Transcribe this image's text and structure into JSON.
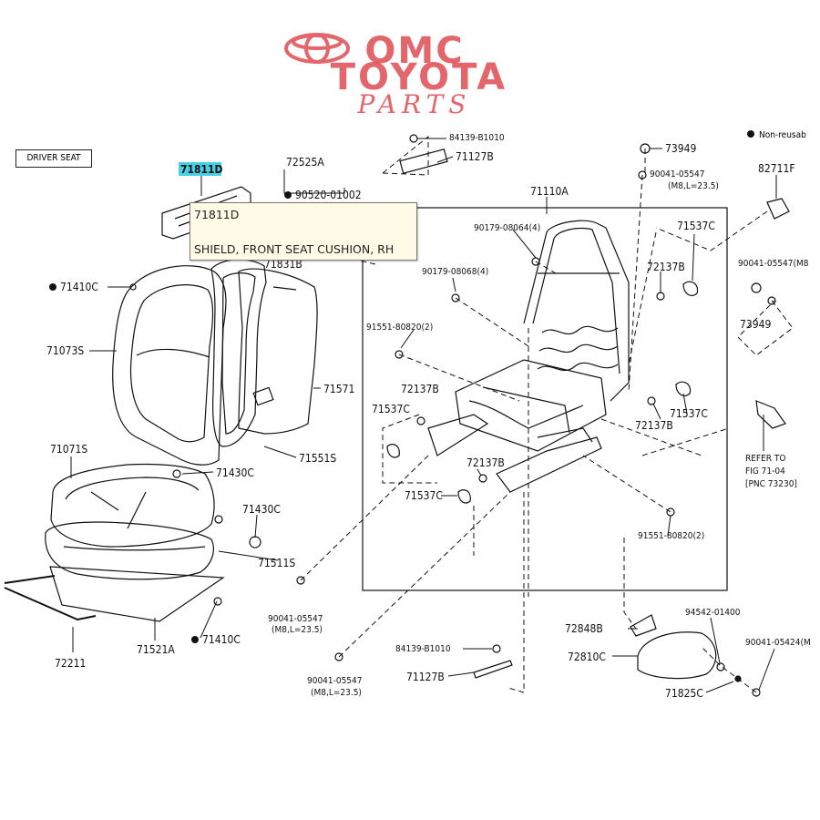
{
  "logo": {
    "line1": "OMC",
    "line2": "TOYOTA",
    "line3": "PARTS",
    "color": "#d9333b"
  },
  "legend": {
    "text": "Non-reusab"
  },
  "driver_seat_label": "DRIVER SEAT",
  "highlight_color": "#48d1e6",
  "tooltip": {
    "part_number": "71811D",
    "description": "SHIELD, FRONT SEAT CUSHION, RH"
  },
  "labels": {
    "p71811D": "71811D",
    "p72525A": "72525A",
    "p90520_01002": "90520-01002",
    "p71831B": "71831B",
    "p71410C_a": "71410C",
    "p71073S": "71073S",
    "p71571": "71571",
    "p71551S": "71551S",
    "p71071S": "71071S",
    "p71430C_a": "71430C",
    "p71430C_b": "71430C",
    "p71511S": "71511S",
    "p72211": "72211",
    "p71521A": "71521A",
    "p71410C_b": "71410C",
    "p90041_05547_a": "90041-05547",
    "p90041_05547_a_sub": "(M8,L=23.5)",
    "p90041_05547_b": "90041-05547",
    "p90041_05547_b_sub": "(M8,L=23.5)",
    "p84139_B1010_a": "84139-B1010",
    "p71127B_a": "71127B",
    "p71110A": "71110A",
    "p90179_08064": "90179-08064(4)",
    "p90179_08068": "90179-08068(4)",
    "p91551_80820_a": "91551-80820(2)",
    "p72137B_a": "72137B",
    "p71537C_a": "71537C",
    "p72137B_b": "72137B",
    "p71537C_b": "71537C",
    "p72137B_c": "72137B",
    "p71537C_c": "71537C",
    "p72137B_d": "72137B",
    "p71537C_d": "71537C",
    "p91551_80820_b": "91551-80820(2)",
    "p73949_a": "73949",
    "p90041_05547_c": "90041-05547",
    "p90041_05547_c_sub": "(M8,L=23.5)",
    "p82711F": "82711F",
    "p90041_05547_d": "90041-05547(M8",
    "p73949_b": "73949",
    "refer1": "REFER TO",
    "refer2": "FIG 71-04",
    "refer3": "[PNC 73230]",
    "p84139_B1010_b": "84139-B1010",
    "p71127B_b": "71127B",
    "p72848B": "72848B",
    "p94542_01400": "94542-01400",
    "p72810C": "72810C",
    "p90041_05424": "90041-05424(M",
    "p71825C": "71825C"
  }
}
